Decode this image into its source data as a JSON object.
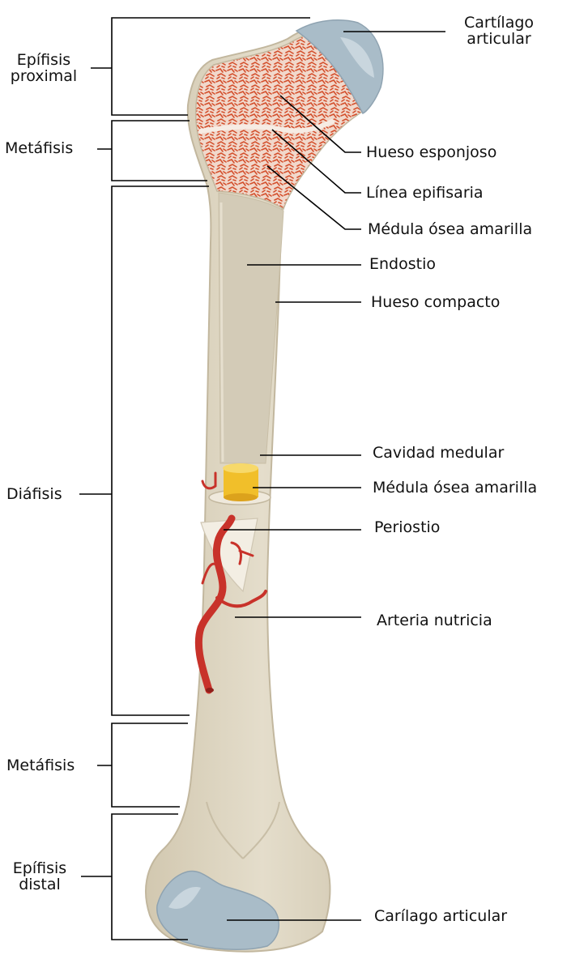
{
  "colors": {
    "bone_shaft": "#ddd5c1",
    "bone_outline": "#c2b79e",
    "medullary_cavity": "#d3cbb7",
    "spongy_bone_bg": "#f1d8cb",
    "spongy_bone_trabeculae": "#d4502d",
    "cartilage": "#a9bcc8",
    "cartilage_light": "#c9d6de",
    "yellow_marrow": "#f1bf2a",
    "artery": "#c8322a",
    "leader_line": "#000000"
  },
  "labels_left": {
    "proximal_epiphysis_line1": "Epífisis",
    "proximal_epiphysis_line2": "proximal",
    "metaphysis_top": "Metáfisis",
    "diaphysis": "Diáfisis",
    "metaphysis_bottom": "Metáfisis",
    "distal_epiphysis_line1": "Epífisis",
    "distal_epiphysis_line2": "distal"
  },
  "labels_right": {
    "articular_cartilage_top_line1": "Cartílago",
    "articular_cartilage_top_line2": "articular",
    "spongy_bone": "Hueso esponjoso",
    "epiphyseal_line": "Línea epifisaria",
    "yellow_marrow_top": "Médula ósea amarilla",
    "endosteum": "Endostio",
    "compact_bone": "Hueso compacto",
    "medullary_cavity": "Cavidad medular",
    "yellow_marrow_mid": "Médula ósea amarilla",
    "periosteum": "Periostio",
    "nutrient_artery": "Arteria nutricia",
    "articular_cartilage_bottom": "Carílago articular"
  }
}
